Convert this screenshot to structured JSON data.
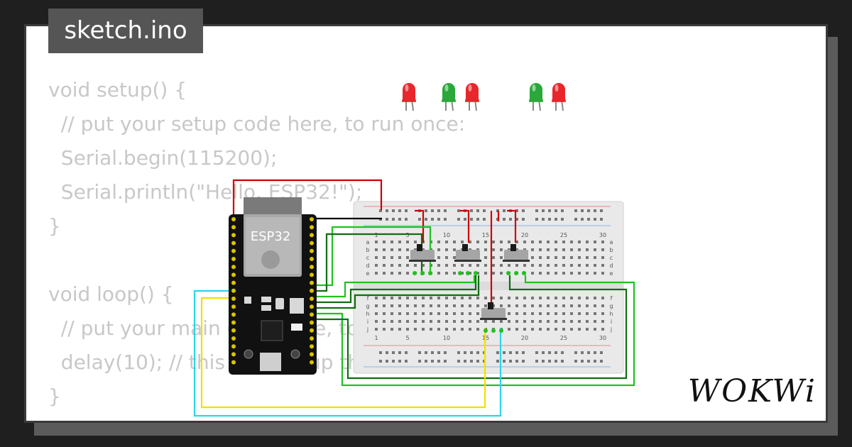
{
  "tab": {
    "filename": "sketch.ino"
  },
  "code": {
    "lines": [
      "void setup() {",
      "  // put your setup code here, to run once:",
      "  Serial.begin(115200);",
      "  Serial.println(\"Hello, ESP32!\");",
      "}",
      "",
      "void loop() {",
      "  // put your main code here, to run repeatedly:",
      "  delay(10); // this speeds up the simulation",
      "}"
    ]
  },
  "board": {
    "label": "ESP32"
  },
  "breadboard": {
    "column_numbers": [
      "1",
      "5",
      "10",
      "15",
      "20",
      "25",
      "30"
    ],
    "row_letters_top": [
      "a",
      "b",
      "c",
      "d",
      "e"
    ],
    "row_letters_bottom": [
      "f",
      "g",
      "h",
      "i",
      "j"
    ]
  },
  "leds": [
    {
      "color": "red"
    },
    {
      "color": "green"
    },
    {
      "color": "red"
    },
    {
      "color": "green"
    },
    {
      "color": "red"
    }
  ],
  "colors": {
    "led_red": "#e8262b",
    "led_green": "#2aa83a",
    "wire_red": "#d00000",
    "wire_green": "#22c022",
    "wire_dark_green": "#0f6e0f",
    "wire_yellow": "#f0e000",
    "wire_cyan": "#2ad6e8",
    "wire_black": "#000000"
  },
  "brand": {
    "name": "WOKWi"
  }
}
